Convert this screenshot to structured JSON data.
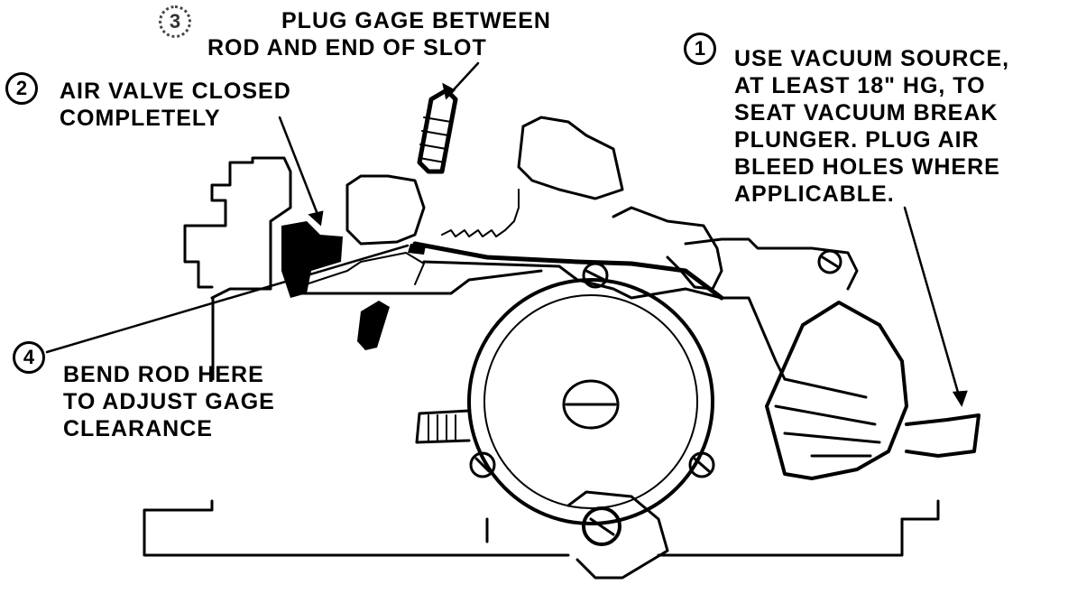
{
  "callouts": [
    {
      "number": "3",
      "lines": [
        "PLUG GAGE BETWEEN",
        "ROD AND END OF SLOT"
      ]
    },
    {
      "number": "2",
      "lines": [
        "AIR VALVE CLOSED",
        "COMPLETELY"
      ]
    },
    {
      "number": "1",
      "lines": [
        "USE VACUUM SOURCE,",
        "AT LEAST 18\" HG, TO",
        "SEAT VACUUM BREAK",
        "PLUNGER. PLUG AIR",
        "BLEED HOLES WHERE",
        "APPLICABLE."
      ]
    },
    {
      "number": "4",
      "lines": [
        "BEND ROD HERE",
        "TO ADJUST GAGE",
        "CLEARANCE"
      ]
    }
  ],
  "colors": {
    "ink": "#000000",
    "paper": "#ffffff"
  }
}
